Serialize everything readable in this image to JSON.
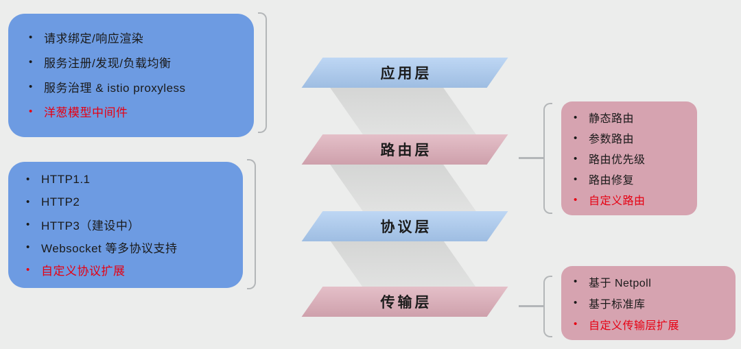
{
  "colors": {
    "background": "#ecedec",
    "box_blue": "#6d9be2",
    "box_pink": "#d6a3b0",
    "layer_blue": "#a8c9f0",
    "layer_pink": "#dbaab6",
    "fold_gray": "#dcdddc",
    "highlight_red": "#e60012",
    "bracket_gray": "#b3b6b8",
    "text_dark": "#1a1a1a"
  },
  "glyphs": {
    "bullet": "•"
  },
  "layers": [
    {
      "label": "应用层",
      "fill": "#a8c9f0"
    },
    {
      "label": "路由层",
      "fill": "#dbaab6"
    },
    {
      "label": "协议层",
      "fill": "#a8c9f0"
    },
    {
      "label": "传输层",
      "fill": "#dbaab6"
    }
  ],
  "boxes": {
    "application_features": {
      "items": [
        {
          "text": "请求绑定/响应渲染"
        },
        {
          "text": "服务注册/发现/负载均衡"
        },
        {
          "text": "服务治理 & istio proxyless"
        },
        {
          "text": "洋葱模型中间件",
          "color": "#e60012"
        }
      ]
    },
    "protocol_features": {
      "items": [
        {
          "text": "HTTP1.1"
        },
        {
          "text": "HTTP2"
        },
        {
          "text": "HTTP3（建设中）"
        },
        {
          "text": "Websocket 等多协议支持"
        },
        {
          "text": "自定义协议扩展",
          "color": "#e60012"
        }
      ]
    },
    "routing_features": {
      "items": [
        {
          "text": "静态路由"
        },
        {
          "text": "参数路由"
        },
        {
          "text": "路由优先级"
        },
        {
          "text": "路由修复"
        },
        {
          "text": "自定义路由",
          "color": "#e60012"
        }
      ]
    },
    "transport_features": {
      "items": [
        {
          "text": "基于 Netpoll"
        },
        {
          "text": "基于标准库"
        },
        {
          "text": "自定义传输层扩展",
          "color": "#e60012"
        }
      ]
    }
  }
}
